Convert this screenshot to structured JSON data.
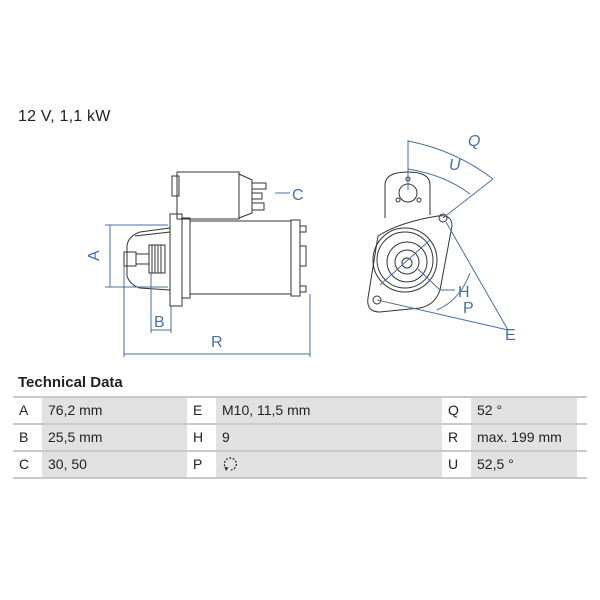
{
  "header": {
    "title": "12 V, 1,1 kW"
  },
  "drawing": {
    "side_view_labels": {
      "A": "A",
      "B": "B",
      "C": "C",
      "R": "R"
    },
    "front_view_labels": {
      "Q": "Q",
      "U": "U",
      "H": "H",
      "P": "P",
      "E": "E"
    },
    "colors": {
      "dimension": "#4a6fa5",
      "outline": "#333333"
    }
  },
  "technical_data": {
    "heading": "Technical Data",
    "rows": [
      {
        "k1": "A",
        "v1": "76,2 mm",
        "k2": "E",
        "v2": "M10, 11,5 mm",
        "k3": "Q",
        "v3": "52 °"
      },
      {
        "k1": "B",
        "v1": "25,5 mm",
        "k2": "H",
        "v2": "9",
        "k3": "R",
        "v3": "max. 199 mm"
      },
      {
        "k1": "C",
        "v1": "30, 50",
        "k2": "P",
        "v2_icon": "rotation-counterclockwise-icon",
        "k3": "U",
        "v3": "52,5 °"
      }
    ],
    "colors": {
      "value_bg": "#e1e1e1",
      "divider": "#c9c9c9"
    }
  }
}
